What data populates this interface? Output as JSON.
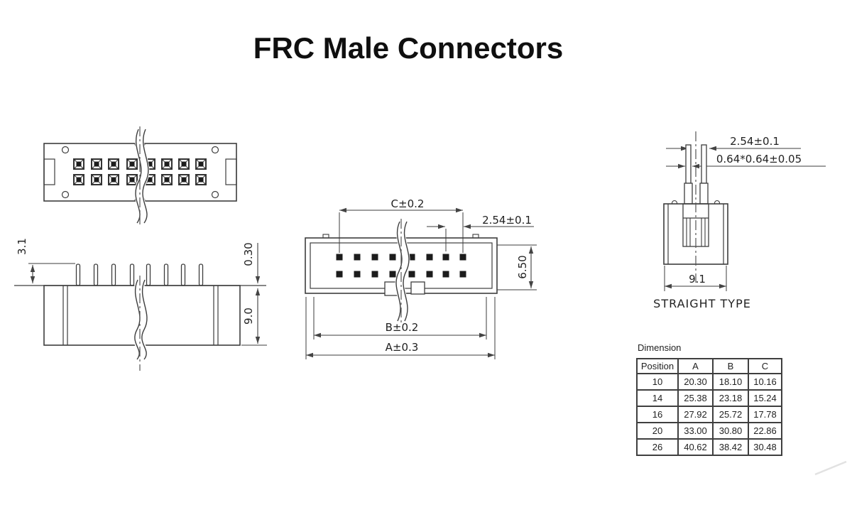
{
  "title": "FRC Male Connectors",
  "labels": {
    "straight_type": "STRAIGHT TYPE",
    "table_caption": "Dimension"
  },
  "dimensions": {
    "pin_length_above": "3.1",
    "plate_thickness": "0.30",
    "body_height": "9.0",
    "c_dim": "C±0.2",
    "pitch_front": "2.54±0.1",
    "slot_height": "6.50",
    "b_dim": "B±0.2",
    "a_dim": "A±0.3",
    "pitch_straight": "2.54±0.1",
    "pin_square": "0.64*0.64±0.05",
    "body_width": "9.1"
  },
  "dim_table": {
    "headers": [
      "Position",
      "A",
      "B",
      "C"
    ],
    "rows": [
      [
        "10",
        "20.30",
        "18.10",
        "10.16"
      ],
      [
        "14",
        "25.38",
        "23.18",
        "15.24"
      ],
      [
        "16",
        "27.92",
        "25.72",
        "17.78"
      ],
      [
        "20",
        "33.00",
        "30.80",
        "22.86"
      ],
      [
        "26",
        "40.62",
        "38.42",
        "30.48"
      ]
    ]
  },
  "colors": {
    "line": "#444444",
    "text": "#1f1f1f",
    "background": "#ffffff"
  }
}
